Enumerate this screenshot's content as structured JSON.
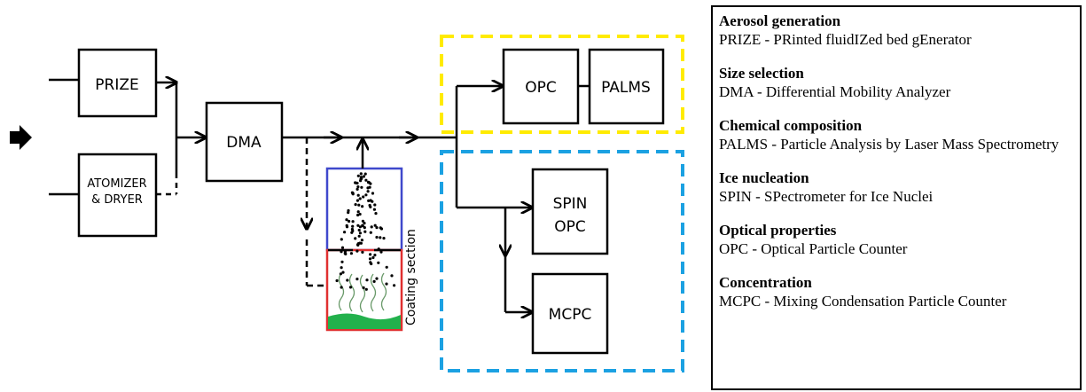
{
  "diagram": {
    "boxes": {
      "prize": "PRIZE",
      "atomizer_line1": "ATOMIZER",
      "atomizer_line2": "& DRYER",
      "dma": "DMA",
      "opc": "OPC",
      "palms": "PALMS",
      "spin_line1": "SPIN",
      "spin_line2": "OPC",
      "mcpc": "MCPC"
    },
    "coating_label": "Coating section",
    "colors": {
      "yellow_group": "#ffeb00",
      "blue_group": "#1ba1e2",
      "coating_top": "#3f48cc",
      "coating_bottom": "#e03030",
      "liquid": "#22b14c",
      "vapor": "#5a8f5a"
    }
  },
  "legend": {
    "sections": [
      {
        "heading": "Aerosol generation",
        "desc": "PRIZE - PRinted fluidIZed bed gEnerator"
      },
      {
        "heading": "Size selection",
        "desc": "DMA - Differential Mobility Analyzer"
      },
      {
        "heading": "Chemical composition",
        "desc": "PALMS - Particle Analysis by Laser Mass Spectrometry"
      },
      {
        "heading": "Ice nucleation",
        "desc": "SPIN - SPectrometer for Ice Nuclei"
      },
      {
        "heading": "Optical properties",
        "desc": "OPC - Optical Particle Counter"
      },
      {
        "heading": "Concentration",
        "desc": "MCPC - Mixing Condensation Particle Counter"
      }
    ]
  }
}
